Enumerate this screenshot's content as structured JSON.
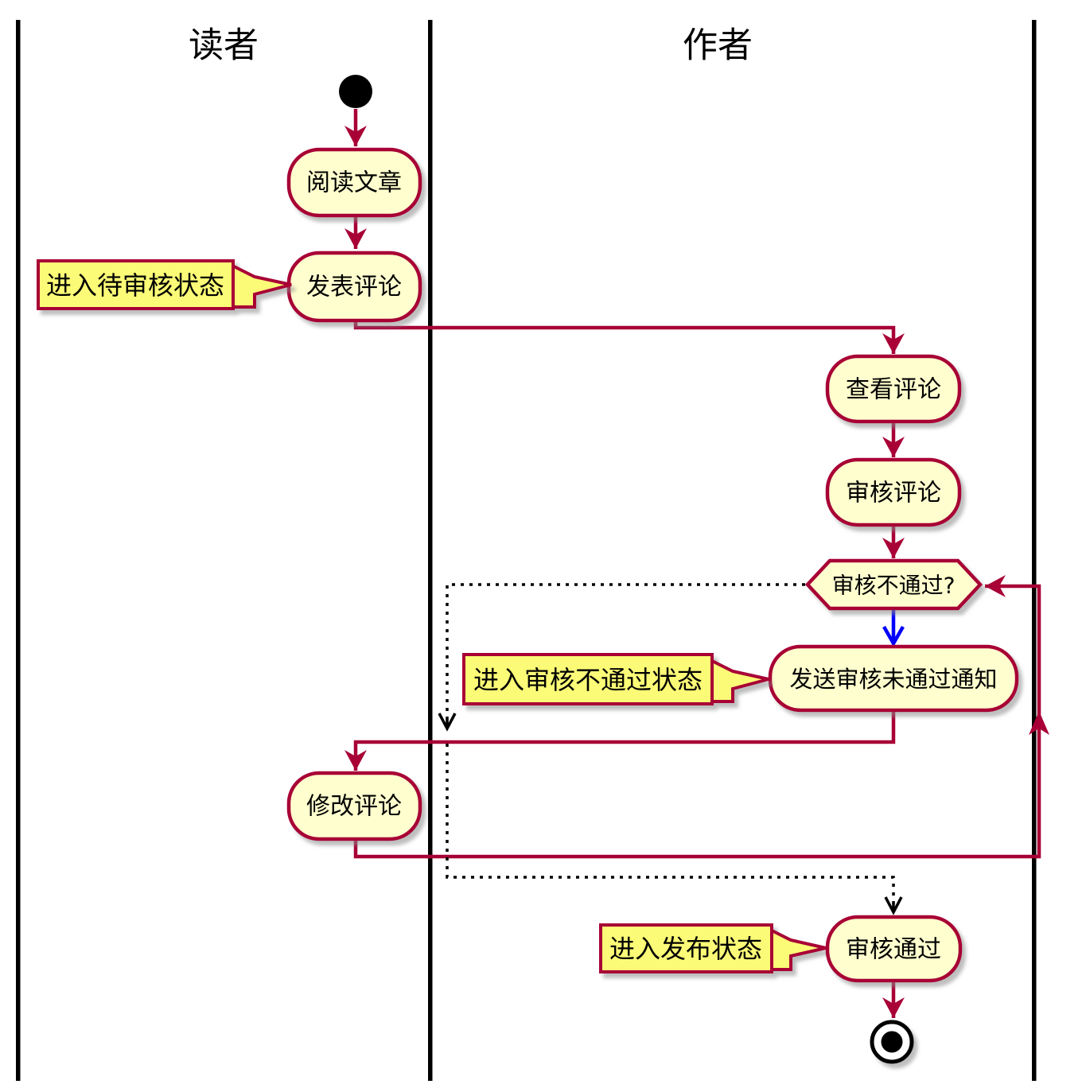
{
  "lanes": [
    {
      "label": "读者"
    },
    {
      "label": "作者"
    }
  ],
  "activities": {
    "read_article": "阅读文章",
    "post_comment": "发表评论",
    "view_comment": "查看评论",
    "review_comment": "审核评论",
    "send_reject_notice": "发送审核未通过通知",
    "edit_comment": "修改评论",
    "review_passed": "审核通过"
  },
  "decision": {
    "label": "审核不通过?"
  },
  "notes": {
    "pending_review": "进入待审核状态",
    "review_rejected": "进入审核不通过状态",
    "published": "进入发布状态"
  },
  "colors": {
    "activity_fill": "#FEFECE",
    "border": "#A80036",
    "note_fill": "#FBFB77",
    "arrow": "#A80036",
    "branch_arrow": "#0000FF",
    "dotted_line": "#000000",
    "lane_line": "#000000",
    "node_color": "#000000"
  }
}
